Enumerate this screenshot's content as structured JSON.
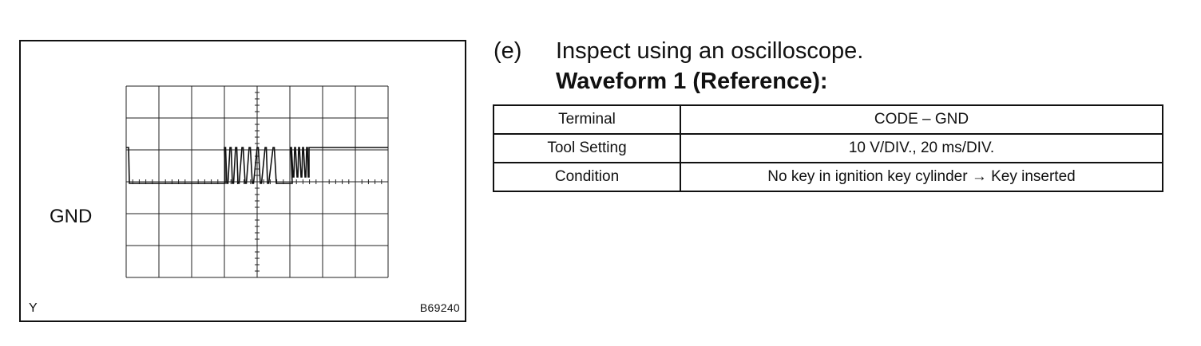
{
  "figure": {
    "trace_label": "GND",
    "axis_label": "Y",
    "figure_id": "B69240",
    "grid": {
      "columns": 8,
      "rows": 6
    }
  },
  "step": {
    "letter": "(e)",
    "instruction": "Inspect using an oscilloscope.",
    "waveform_title": "Waveform 1 (Reference):"
  },
  "spec_table": [
    {
      "label": "Terminal",
      "value": "CODE – GND"
    },
    {
      "label": "Tool Setting",
      "value": "10 V/DIV., 20 ms/DIV."
    },
    {
      "label": "Condition",
      "value": "No key in ignition key cylinder → Key inserted"
    }
  ]
}
